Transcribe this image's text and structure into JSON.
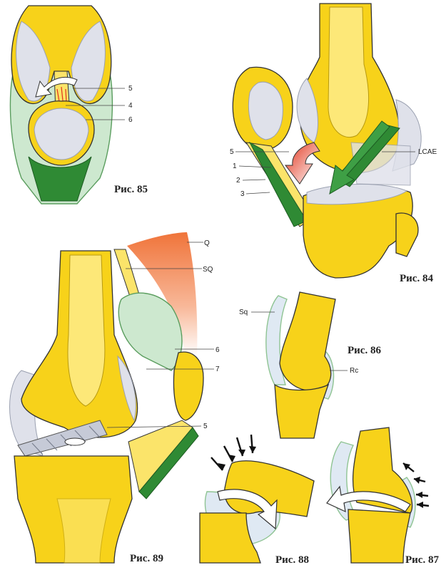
{
  "figures": {
    "fig85": {
      "caption": "Рис. 85",
      "labels": [
        "5",
        "4",
        "6"
      ]
    },
    "fig84": {
      "caption": "Рис. 84",
      "labels": [
        "5",
        "1",
        "2",
        "3",
        "LCAE"
      ]
    },
    "fig89": {
      "caption": "Рис. 89",
      "labels": [
        "Q",
        "SQ",
        "6",
        "7",
        "5"
      ]
    },
    "fig86": {
      "caption": "Рис. 86",
      "labels": [
        "Sq",
        "Rc"
      ]
    },
    "fig88": {
      "caption": "Рис. 88"
    },
    "fig87": {
      "caption": "Рис. 87"
    }
  },
  "colors": {
    "bone": "#f7d21a",
    "cartilage": "#dfe1ea",
    "ligament": "#2f8a34",
    "capsule": "#cde8cf",
    "quadriceps": "#f0743a",
    "arrow": "#ffffff"
  }
}
